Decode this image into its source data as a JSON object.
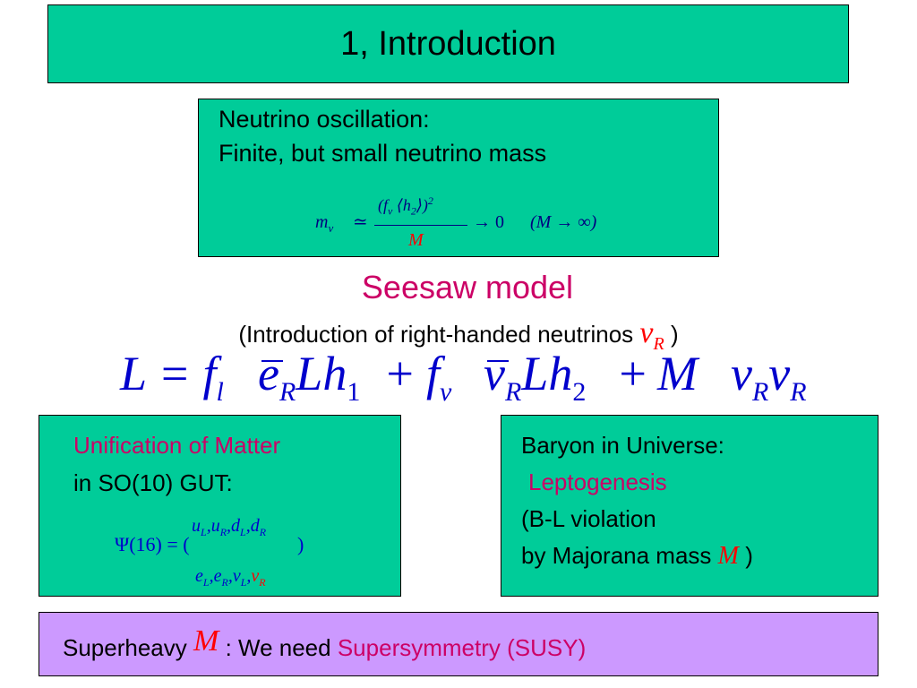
{
  "slide": {
    "title": "1, Introduction",
    "oscillation": {
      "line1": "Neutrino oscillation:",
      "line2": "Finite, but small neutrino mass",
      "formula": {
        "m": "m",
        "nu": "ν",
        "approx": "≃",
        "numerator": "(f",
        "h2": "h",
        "sub2": "2",
        "close": ")",
        "power": "2",
        "denominator": "M",
        "arrow": "→ 0",
        "limit": "(M → ∞)"
      }
    },
    "seesaw": {
      "heading": "Seesaw model",
      "subtitle": "(Introduction of right-handed neutrinos",
      "nu_r": "ν",
      "sub_r": "R",
      "close": ")"
    },
    "lagrangian": {
      "lhs": "L = f",
      "sub_l": "l",
      "e": "e",
      "sub_R1": "R",
      "Lh": "Lh",
      "sub_1": "1",
      "plus1": "+",
      "f": "f",
      "sub_nu": "ν",
      "nu": "ν",
      "sub_R2": "R",
      "Lh2": "Lh",
      "sub_2": "2",
      "plus2": "+",
      "M": "M",
      "nunu": "ν",
      "sub_R3": "R",
      "nu2": "ν",
      "sub_R4": "R"
    },
    "unification": {
      "line1": "Unification of Matter",
      "line2": "in SO(10) GUT:",
      "psi": "Ψ(16) = (",
      "top_row": "u",
      "bottom_row": "e",
      "close": ")"
    },
    "baryon": {
      "line1": "Baryon in Universe:",
      "line2": "Leptogenesis",
      "line3": "(B-L violation",
      "line4": "by Majorana mass",
      "M": "M",
      "close": ")"
    },
    "superheavy": {
      "prefix": "Superheavy",
      "M": "M",
      "middle": ": We need",
      "susy": "Supersymmetry (SUSY)"
    }
  },
  "colors": {
    "teal": "#00cc99",
    "violet": "#cc99ff",
    "magenta": "#cc0066",
    "blue": "#0000cc",
    "red": "#ff0000"
  }
}
